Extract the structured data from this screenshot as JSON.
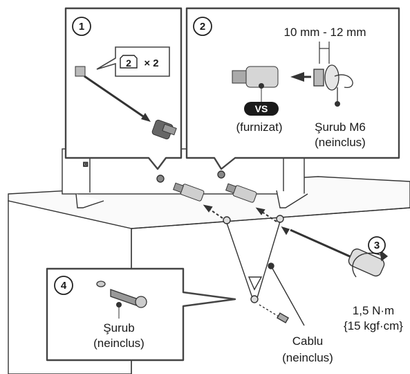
{
  "panels": {
    "step1": {
      "number": "1",
      "badge_icon": "2",
      "multiplier": "× 2"
    },
    "step2": {
      "number": "2",
      "dimension": "10 mm - 12 mm",
      "vs_badge": "VS",
      "supplied": "(furnizat)",
      "screw_name": "Şurub M6",
      "screw_note": "(neinclus)"
    },
    "step4": {
      "number": "4",
      "screw_name": "Şurub",
      "screw_note": "(neinclus)"
    }
  },
  "step3": {
    "number": "3",
    "torque_line1": "1,5 N·m",
    "torque_line2": "{15 kgf·cm}"
  },
  "cable": {
    "name": "Cablu",
    "note": "(neinclus)"
  }
}
